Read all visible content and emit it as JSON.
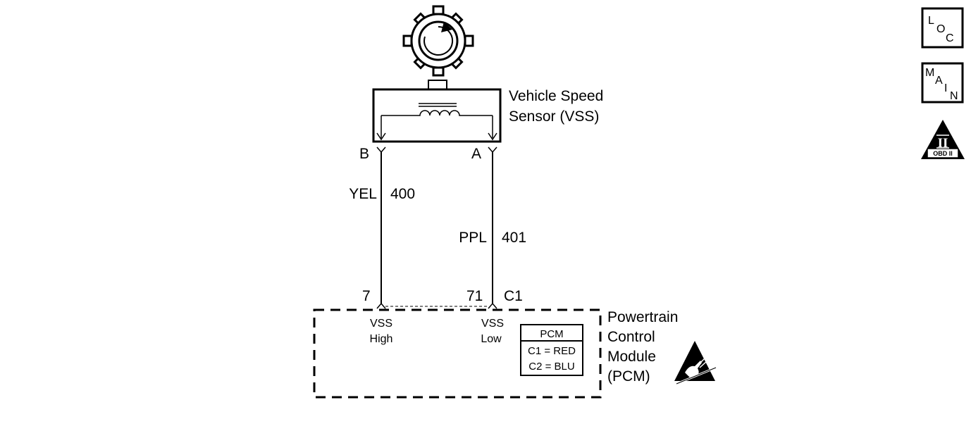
{
  "sensor": {
    "label_line1": "Vehicle Speed",
    "label_line2": "Sensor (VSS)",
    "terminal_b": "B",
    "terminal_a": "A"
  },
  "wires": [
    {
      "color": "YEL",
      "circuit": "400"
    },
    {
      "color": "PPL",
      "circuit": "401"
    }
  ],
  "pcm": {
    "pin_high": "7",
    "pin_low": "71",
    "connector": "C1",
    "vss_high_line1": "VSS",
    "vss_high_line2": "High",
    "vss_low_line1": "VSS",
    "vss_low_line2": "Low",
    "label_line1": "Powertrain",
    "label_line2": "Control",
    "label_line3": "Module",
    "label_line4": "(PCM)",
    "legend_title": "PCM",
    "legend_c1": "C1 = RED",
    "legend_c2": "C2 = BLU"
  },
  "icons": {
    "loc": {
      "l1": "L",
      "l2": "O",
      "l3": "C"
    },
    "main": {
      "l1": "M",
      "l2": "A",
      "l3": "I",
      "l4": "N"
    },
    "obd": {
      "numeral": "II",
      "text": "OBD II"
    }
  }
}
